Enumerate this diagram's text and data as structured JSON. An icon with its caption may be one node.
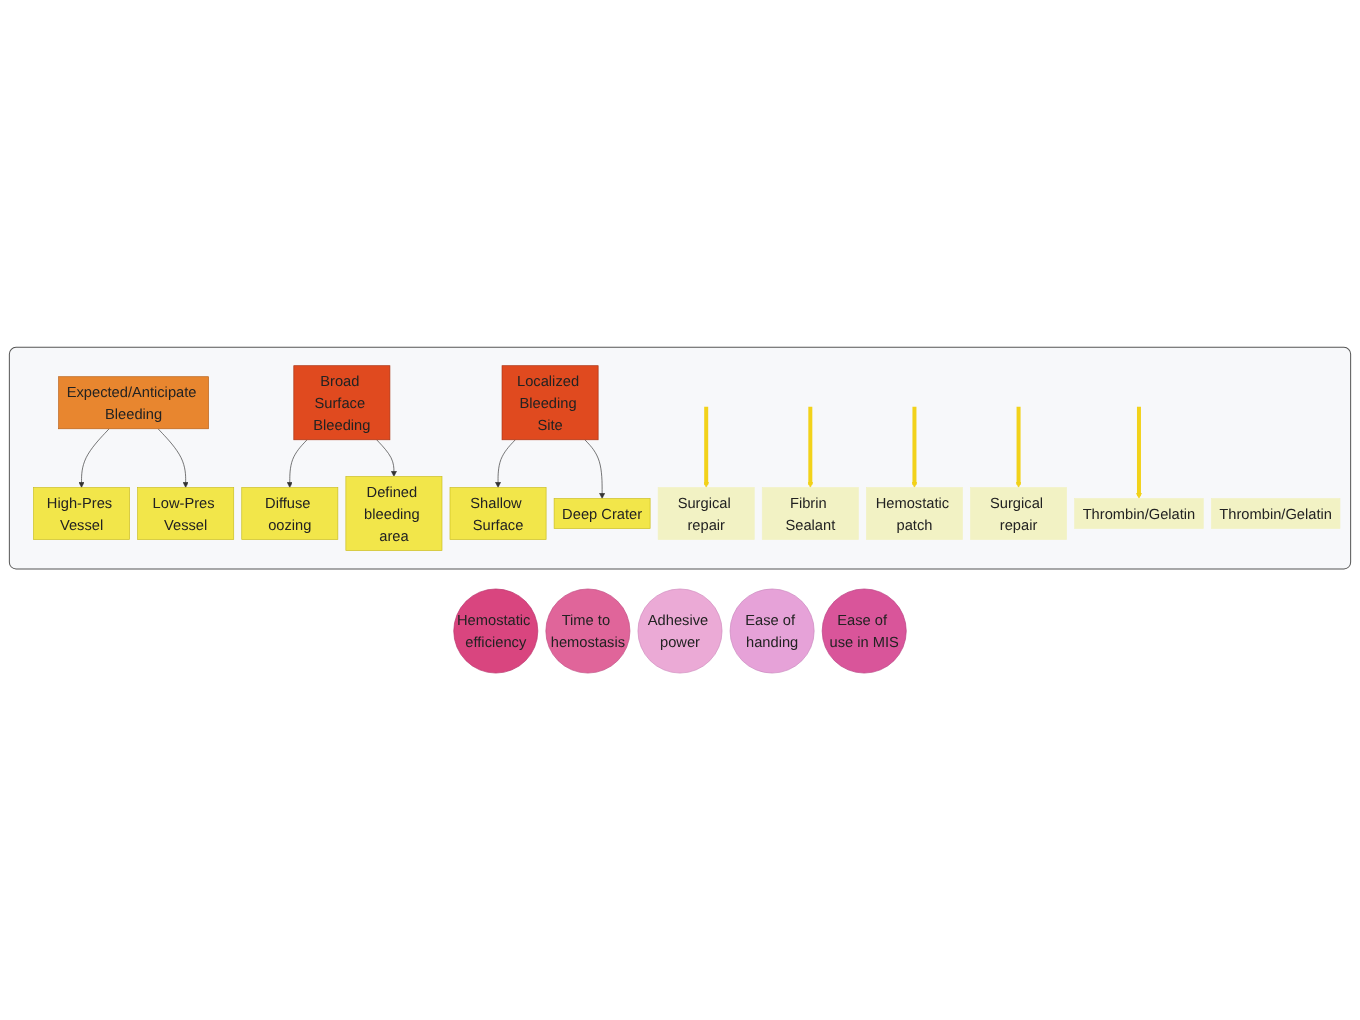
{
  "diagram": {
    "nodes": [
      {
        "text": [],
        "shape": "box"
      },
      {
        "text": [
          "Expected/Anticipate Bleeding"
        ],
        "in": 0
      },
      {
        "text": [
          "High-Pres Vessel"
        ],
        "in": 0
      },
      {
        "text": [
          "Low-Pres Vessel"
        ],
        "in": 0
      },
      {
        "text": [
          "Broad Surface Bleeding"
        ],
        "in": 0
      },
      {
        "text": [
          "Diffuse oozing"
        ],
        "in": 0
      },
      {
        "text": [
          "Defined bleeding area"
        ],
        "in": 0
      },
      {
        "text": [
          "Localized Bleeding Site"
        ],
        "in": 0
      },
      {
        "text": [
          "Shallow Surface"
        ],
        "in": 0
      },
      {
        "text": [
          "Deep Crater"
        ],
        "in": 0
      },
      {
        "text": [
          "Surgical repair"
        ],
        "in": 0
      },
      {
        "text": [
          "Thrombin/Gelatin"
        ],
        "in": 0
      },
      {
        "text": [
          "Fibrin Sealant"
        ],
        "in": 0
      },
      {
        "text": [
          "Hemostatic patch"
        ],
        "in": 0
      },
      {
        "text": [
          "Surgical repair"
        ],
        "in": 0
      },
      {
        "text": [
          "Thrombin/Gelatin"
        ],
        "in": 0
      },
      {
        "text": [
          "Hemostatic efficiency"
        ]
      },
      {
        "text": [
          "Time to hemostasis"
        ]
      },
      {
        "text": [
          "Adhesive power"
        ]
      },
      {
        "text": [
          "Ease of handing"
        ]
      },
      {
        "text": [
          "Ease of use in MIS"
        ]
      }
    ],
    "edges": [
      {
        "from": 1,
        "to": 2,
        "arrow": "to"
      },
      {
        "from": 1,
        "to": 3,
        "arrow": "to"
      },
      {
        "from": 4,
        "to": 5,
        "arrow": "to"
      },
      {
        "from": 4,
        "to": 6,
        "arrow": "to"
      },
      {
        "from": 7,
        "to": 8,
        "arrow": "to"
      },
      {
        "from": 7,
        "to": 9,
        "arrow": "to"
      },
      {
        "from": null,
        "to": 10,
        "arrow": "to",
        "style": "thick",
        "color": "#f2d21a"
      },
      {
        "from": null,
        "to": 12,
        "arrow": "to",
        "style": "thick",
        "color": "#f2d21a"
      },
      {
        "from": null,
        "to": 13,
        "arrow": "to",
        "style": "thick",
        "color": "#f2d21a"
      },
      {
        "from": null,
        "to": 14,
        "arrow": "to",
        "style": "thick",
        "color": "#f2d21a"
      },
      {
        "from": null,
        "to": 15,
        "arrow": "to",
        "style": "thick",
        "color": "#f2d21a"
      }
    ]
  }
}
